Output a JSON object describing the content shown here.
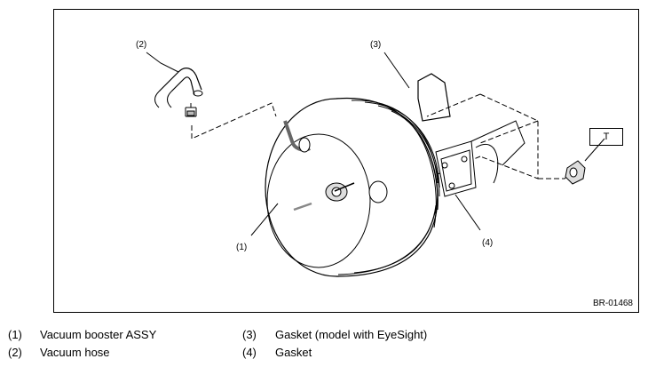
{
  "figure": {
    "id": "BR-01468",
    "torque_symbol": "T",
    "callouts": [
      "(1)",
      "(2)",
      "(3)",
      "(4)"
    ]
  },
  "legend": [
    {
      "num": "(1)",
      "label": "Vacuum booster ASSY"
    },
    {
      "num": "(2)",
      "label": "Vacuum hose"
    },
    {
      "num": "(3)",
      "label": "Gasket (model with EyeSight)"
    },
    {
      "num": "(4)",
      "label": "Gasket"
    }
  ]
}
